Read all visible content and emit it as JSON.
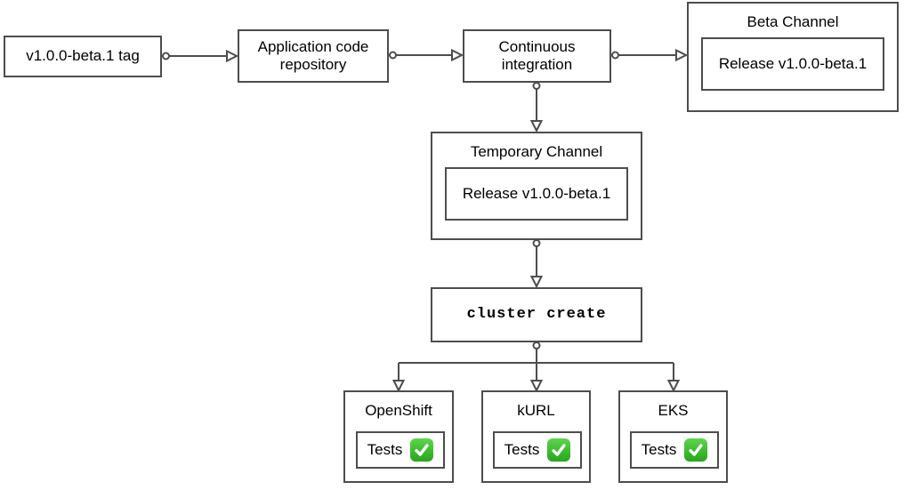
{
  "diagram": {
    "background": "#ffffff",
    "stroke_color": "#4d4d4d",
    "text_color": "#000000",
    "nodes": {
      "tag": {
        "label": "v1.0.0-beta.1 tag"
      },
      "app_repo": {
        "label": "Application code repository"
      },
      "ci": {
        "label": "Continuous integration"
      },
      "beta_channel": {
        "title": "Beta Channel",
        "release_label": "Release v1.0.0-beta.1"
      },
      "temp_channel": {
        "title": "Temporary Channel",
        "release_label": "Release v1.0.0-beta.1"
      },
      "cluster_create": {
        "label": "cluster create"
      },
      "clusters": [
        {
          "title": "OpenShift",
          "tests_label": "Tests",
          "status": "passed",
          "status_icon": "check-mark-button"
        },
        {
          "title": "kURL",
          "tests_label": "Tests",
          "status": "passed",
          "status_icon": "check-mark-button"
        },
        {
          "title": "EKS",
          "tests_label": "Tests",
          "status": "passed",
          "status_icon": "check-mark-button"
        }
      ]
    },
    "check_icon": {
      "green_top": "#5fd44f",
      "green_bottom": "#28a51d",
      "check_color": "#ffffff"
    }
  }
}
